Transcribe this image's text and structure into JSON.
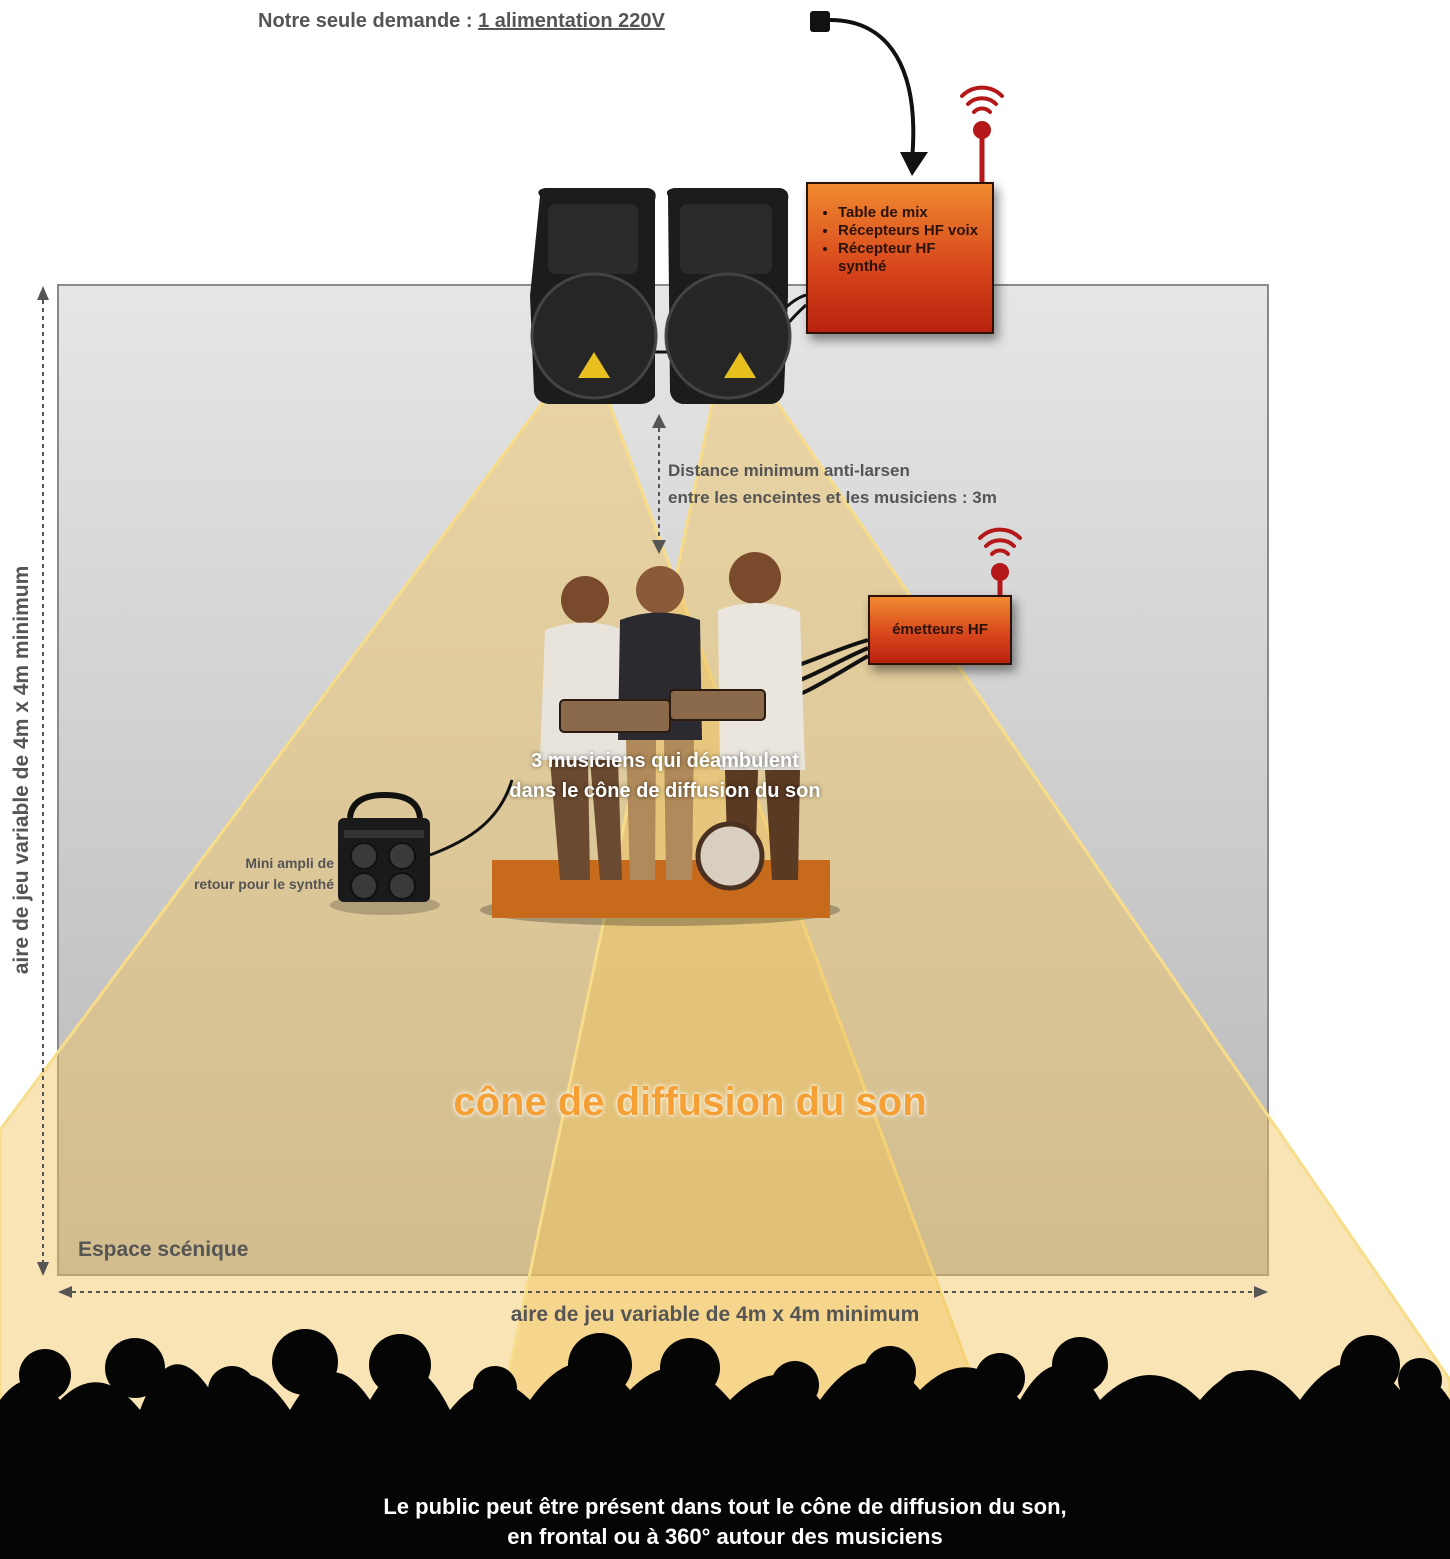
{
  "top_note": {
    "prefix": "Notre seule demande : ",
    "underlined": "1 alimentation 220V"
  },
  "mix_box": {
    "items": [
      "Table de mix",
      "Récepteurs HF voix",
      "Récepteur HF synthé"
    ]
  },
  "hf_box": {
    "label": "émetteurs HF"
  },
  "distance_note": {
    "line1": "Distance minimum anti-larsen",
    "line2": "entre les enceintes et les musiciens : 3m"
  },
  "musicians_note": {
    "line1": "3 musiciens qui déambulent",
    "line2": "dans le cône de diffusion du son"
  },
  "amp_note": {
    "line1": "Mini ampli de",
    "line2": "retour pour le synthé"
  },
  "cone_label": "cône de diffusion du son",
  "stage_label": "Espace scénique",
  "stage_width_label": "aire de jeu variable de 4m x 4m minimum",
  "stage_depth_label": "aire de jeu variable de 4m x 4m minimum",
  "audience_note": {
    "line1": "Le public peut être présent dans tout le cône de diffusion du son,",
    "line2": "en frontal ou à 360° autour des musiciens"
  },
  "colors": {
    "stage_top": "#e4e4e4",
    "stage_bottom": "#b9b9b9",
    "cone": "#f2c35a",
    "box": "#d8481c",
    "antenna": "#b51818",
    "cone_label": "#f5a035"
  },
  "icons": [
    "power-plug-icon",
    "speaker-icon",
    "wifi-signal-icon",
    "antenna-icon",
    "mini-amp-icon",
    "audience-silhouette-icon"
  ]
}
